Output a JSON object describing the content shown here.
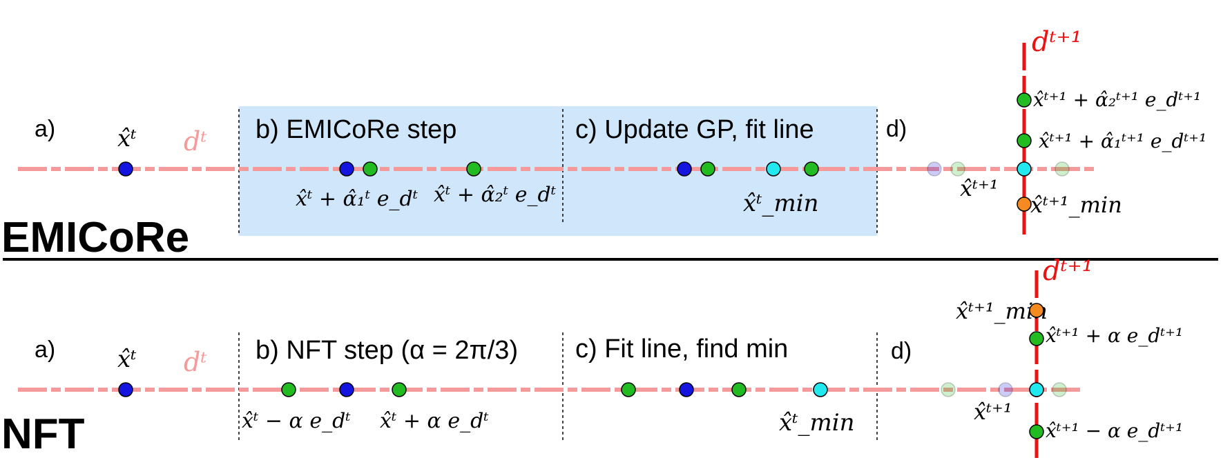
{
  "sections": {
    "emicore": {
      "title": "EMICoRe",
      "panels": {
        "a": "a)",
        "b": "b) EMICoRe step",
        "c": "c) Update GP, fit line",
        "d": "d)"
      },
      "math": {
        "a_point": "x̂ᵗ",
        "a_dir": "dᵗ",
        "b_left": "x̂ᵗ + α̂₁ᵗ e_dᵗ",
        "b_right": "x̂ᵗ + α̂₂ᵗ e_dᵗ",
        "c_min": "x̂ᵗ_min",
        "d_dir": "dᵗ⁺¹",
        "d_top": "x̂ᵗ⁺¹ + α̂₂ᵗ⁺¹ e_dᵗ⁺¹",
        "d_mid": "x̂ᵗ⁺¹ + α̂₁ᵗ⁺¹ e_dᵗ⁺¹",
        "d_center": "x̂ᵗ⁺¹",
        "d_min": "x̂ᵗ⁺¹_min"
      }
    },
    "nft": {
      "title": "NFT",
      "panels": {
        "a": "a)",
        "b": "b) NFT step (α = 2π/3)",
        "c": "c) Fit line, find min",
        "d": "d)"
      },
      "math": {
        "a_point": "x̂ᵗ",
        "a_dir": "dᵗ",
        "b_left": "x̂ᵗ − α e_dᵗ",
        "b_right": "x̂ᵗ + α e_dᵗ",
        "c_min": "x̂ᵗ_min",
        "d_dir": "dᵗ⁺¹",
        "d_min": "x̂ᵗ⁺¹_min",
        "d_top": "x̂ᵗ⁺¹ + α e_dᵗ⁺¹",
        "d_center": "x̂ᵗ⁺¹",
        "d_bottom": "x̂ᵗ⁺¹ − α e_dᵗ⁺¹"
      }
    }
  },
  "colors": {
    "line": "#f59a9a",
    "vertical": "#ee1111",
    "blue": "#1515e0",
    "green": "#22bb22",
    "cyan": "#22e8f0",
    "orange": "#f58a20",
    "panel_bg": "#cfe6fb"
  }
}
